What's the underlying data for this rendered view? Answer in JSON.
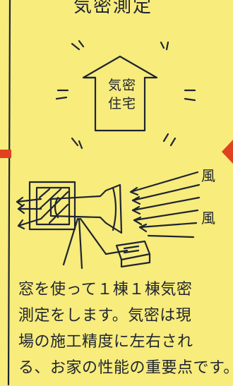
{
  "header": {
    "title_fragment": "気密測定"
  },
  "house": {
    "label_line1": "気密",
    "label_line2": "住宅"
  },
  "wind": {
    "label_top": "風",
    "label_bottom": "風"
  },
  "caption": {
    "line1": "窓を使って１棟１棟気密",
    "line2": "測定をします。気密は現",
    "line3": "場の施工精度に左右され",
    "line4": "る、お家の性能の重要点です。"
  },
  "colors": {
    "paper": "#f7ec7c",
    "ink": "#1f2430",
    "accent_red": "#e0421f"
  },
  "icons": [
    "house-icon",
    "blower-door-fan-icon",
    "meter-box-icon",
    "wind-arrows-icon"
  ]
}
